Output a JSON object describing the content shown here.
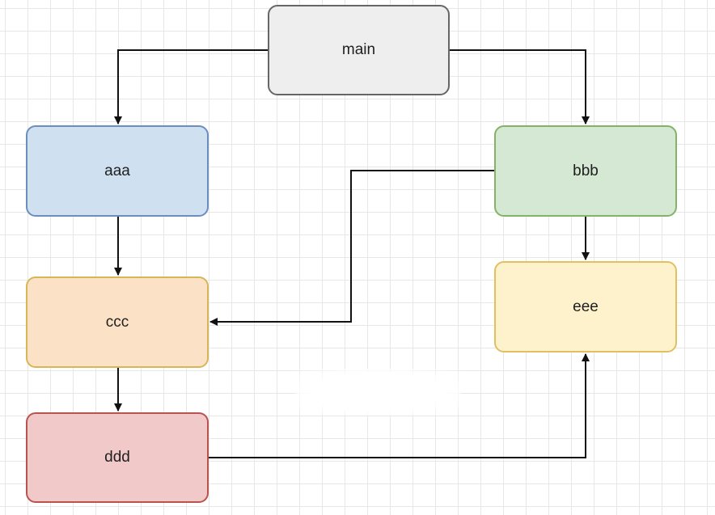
{
  "diagram": {
    "nodes": [
      {
        "id": "main",
        "label": "main",
        "fill": "#eeeeee",
        "stroke": "#666666"
      },
      {
        "id": "aaa",
        "label": "aaa",
        "fill": "#cfe0f1",
        "stroke": "#6c8ebf"
      },
      {
        "id": "bbb",
        "label": "bbb",
        "fill": "#d5e8d4",
        "stroke": "#82b366"
      },
      {
        "id": "ccc",
        "label": "ccc",
        "fill": "#fbe2c7",
        "stroke": "#d6b656"
      },
      {
        "id": "eee",
        "label": "eee",
        "fill": "#fdf2cc",
        "stroke": "#e0c060"
      },
      {
        "id": "ddd",
        "label": "ddd",
        "fill": "#f0c9c8",
        "stroke": "#b85450"
      }
    ],
    "edges": [
      {
        "from": "main",
        "to": "aaa"
      },
      {
        "from": "main",
        "to": "bbb"
      },
      {
        "from": "aaa",
        "to": "ccc"
      },
      {
        "from": "bbb",
        "to": "ccc"
      },
      {
        "from": "bbb",
        "to": "eee"
      },
      {
        "from": "ccc",
        "to": "ddd"
      },
      {
        "from": "ddd",
        "to": "eee"
      }
    ],
    "edge_color": "#111111",
    "grid_color": "#e7e7e7"
  }
}
